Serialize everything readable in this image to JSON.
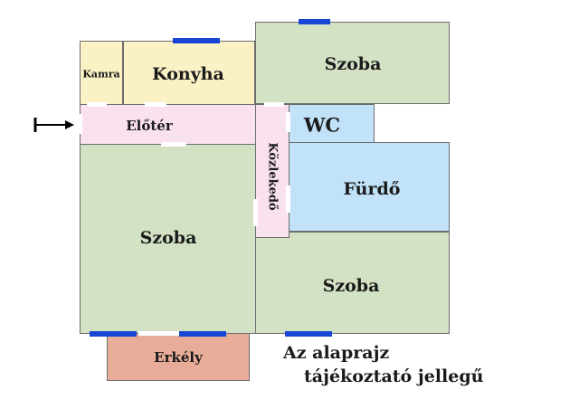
{
  "floor_plan": {
    "rooms": {
      "kamra": {
        "label": "Kamra",
        "color": "#faf1c4"
      },
      "konyha": {
        "label": "Konyha",
        "color": "#faf1c4"
      },
      "szoba_top_right": {
        "label": "Szoba",
        "color": "#d3e1c4"
      },
      "eloter": {
        "label": "Előtér",
        "color": "#f9e1ee"
      },
      "wc": {
        "label": "WC",
        "color": "#c1e2f8"
      },
      "kozlekedo": {
        "label": "Közlekedő",
        "color": "#f9e1ee"
      },
      "furdo": {
        "label": "Fürdő",
        "color": "#c1e2f8"
      },
      "szoba_left": {
        "label": "Szoba",
        "color": "#d3e1c4"
      },
      "szoba_bottom_right": {
        "label": "Szoba",
        "color": "#d3e1c4"
      },
      "erkely": {
        "label": "Erkély",
        "color": "#e8ad98"
      }
    },
    "window_color": "#1745d6",
    "entrance_icon": "entrance-arrow-icon",
    "note_line1": "Az alaprajz",
    "note_line2": "tájékoztató jellegű"
  }
}
